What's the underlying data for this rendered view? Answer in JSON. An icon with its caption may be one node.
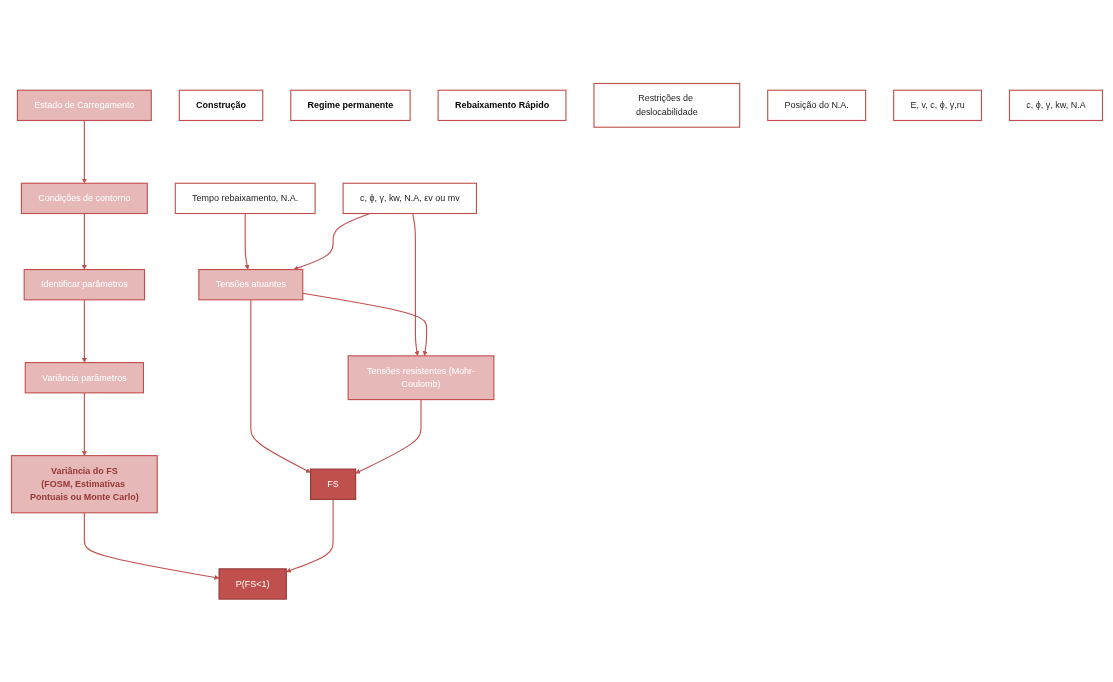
{
  "diagram": {
    "nodes": [
      {
        "text": [
          "Estado de Carregamento"
        ]
      },
      {
        "text": [
          "Condições de contorno"
        ]
      },
      {
        "text": [
          "Identificar parâmetros"
        ]
      },
      {
        "text": [
          "Variância parâmetros"
        ]
      },
      {
        "text": [
          "Construção"
        ]
      },
      {
        "text": [
          "Regime permanente"
        ]
      },
      {
        "text": [
          "Rebaixamento Rápido"
        ]
      },
      {
        "text": [
          "Restrições de deslocabilidade"
        ]
      },
      {
        "text": [
          "Posição do N.A."
        ]
      },
      {
        "text": [
          "Tempo rebaixamento, N.A."
        ]
      },
      {
        "text": [
          "E, v, c, ϕ, γ,ru"
        ]
      },
      {
        "text": [
          "c, ϕ, γ, kw, N.A"
        ]
      },
      {
        "text": [
          "c, ϕ, γ, kw, N.A, εv ou mv"
        ]
      },
      {
        "text": [
          "Variância do FS",
          "(FOSM, Estimativas Pontuais ou Monte Carlo)"
        ]
      },
      {
        "text": [
          "Tensões atuantes"
        ]
      },
      {
        "text": [
          "Tensões resistentes (Mohr-Coulomb)"
        ]
      },
      {
        "text": [
          "FS"
        ]
      },
      {
        "text": [
          "P(FS<1)"
        ]
      }
    ],
    "edges": [
      {
        "from": 0,
        "to": 1,
        "arrow": "to"
      },
      {
        "from": 1,
        "to": 2,
        "arrow": "to"
      },
      {
        "from": 2,
        "to": 3,
        "arrow": "to"
      },
      {
        "from": 3,
        "to": 13,
        "arrow": "to"
      },
      {
        "from": 9,
        "to": 14,
        "arrow": "to"
      },
      {
        "from": 12,
        "to": 14,
        "arrow": "to"
      },
      {
        "from": 12,
        "to": 15,
        "arrow": "to"
      },
      {
        "from": 14,
        "to": 15,
        "arrow": "to"
      },
      {
        "from": 14,
        "to": 16,
        "arrow": "to"
      },
      {
        "from": 15,
        "to": 16,
        "arrow": "to"
      },
      {
        "from": 13,
        "to": 17,
        "arrow": "to"
      },
      {
        "from": 16,
        "to": 17,
        "arrow": "to"
      }
    ]
  }
}
